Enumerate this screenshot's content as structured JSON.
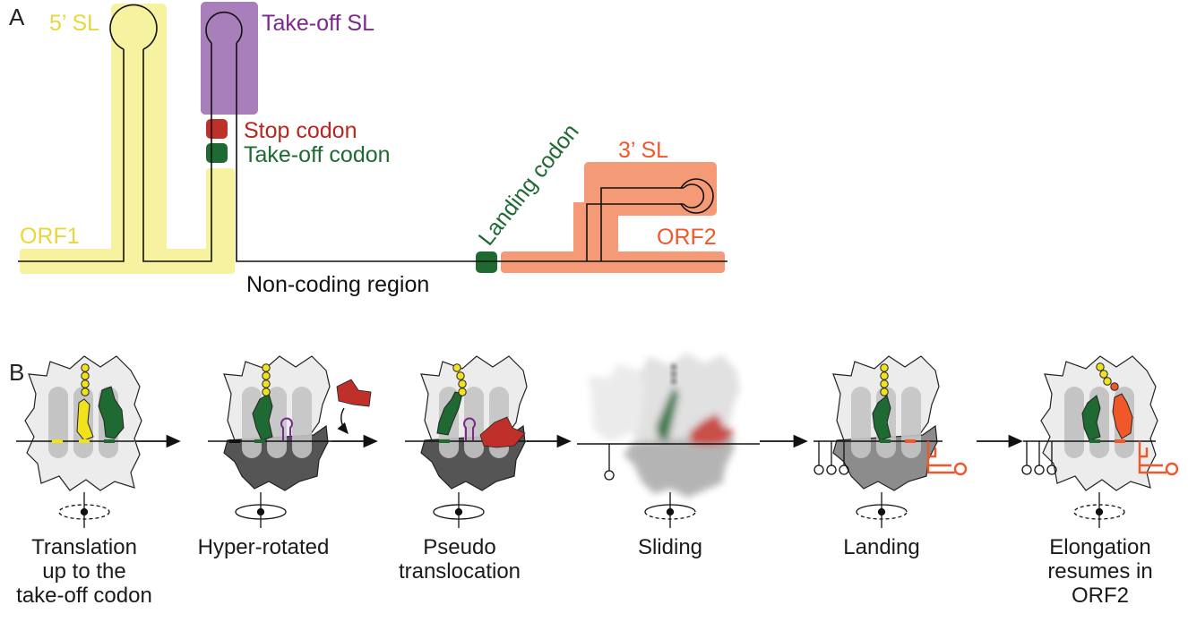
{
  "panel_a": {
    "label": "A",
    "sl5_label": "5’ SL",
    "takeoff_sl_label": "Take-off SL",
    "stop_codon_label": "Stop codon",
    "takeoff_codon_label": "Take-off codon",
    "landing_codon_label": "Landing codon",
    "sl3_label": "3’ SL",
    "orf1_label": "ORF1",
    "orf2_label": "ORF2",
    "noncoding_label": "Non-coding region"
  },
  "panel_b": {
    "label": "B",
    "steps": [
      {
        "caption": "Translation\nup to the\ntake-off codon"
      },
      {
        "caption": "Hyper-rotated"
      },
      {
        "caption": "Pseudo\ntranslocation"
      },
      {
        "caption": "Sliding"
      },
      {
        "caption": "Landing"
      },
      {
        "caption": "Elongation\nresumes in\nORF2"
      }
    ]
  },
  "colors": {
    "yellow": "#f7f2a0",
    "purple": "#a97fbb",
    "red": "#c0302b",
    "green": "#1f6a33",
    "orange": "#f59a76",
    "orange_dark": "#f0582a"
  }
}
